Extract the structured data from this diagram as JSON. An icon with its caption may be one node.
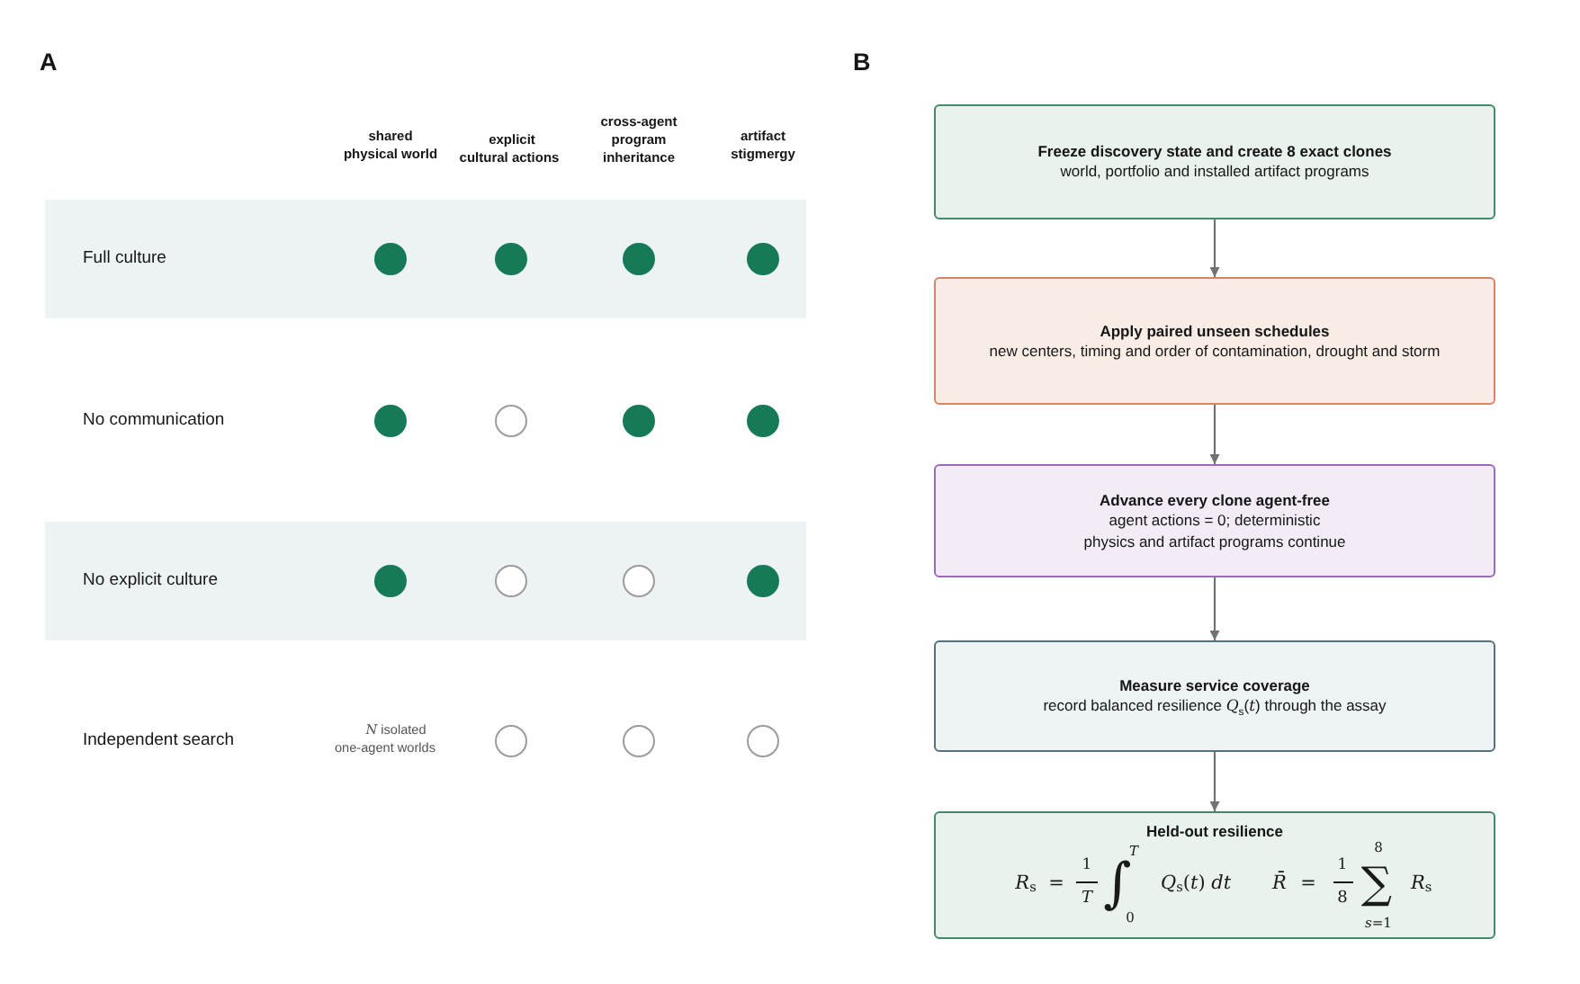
{
  "diagram": {
    "nodes": [
      {
        "text": [
          "Full culture"
        ]
      },
      {
        "text": [],
        "shape": "dot",
        "in": 0
      },
      {
        "text": [],
        "shape": "dot",
        "in": 0
      },
      {
        "text": [],
        "shape": "dot",
        "in": 0
      },
      {
        "text": [],
        "shape": "dot",
        "in": 0
      },
      {
        "text": [],
        "shape": "dot"
      },
      {
        "text": [],
        "shape": "circle"
      },
      {
        "text": [],
        "shape": "dot"
      },
      {
        "text": [],
        "shape": "dot"
      },
      {
        "text": [
          "No explicit culture"
        ]
      },
      {
        "text": [],
        "shape": "dot",
        "in": 9
      },
      {
        "text": [],
        "shape": "circle",
        "in": 9
      },
      {
        "text": [],
        "shape": "circle",
        "in": 9
      },
      {
        "text": [],
        "shape": "dot",
        "in": 9
      },
      {
        "text": [],
        "shape": "circle"
      },
      {
        "text": [],
        "shape": "circle"
      },
      {
        "text": [],
        "shape": "circle"
      },
      {
        "text": [
          "Freeze discovery state and create 8 exact clones",
          "world, portfolio and installed artifact programs"
        ]
      },
      {
        "text": [
          "Apply paired unseen schedules",
          "new centers, timing and order of contamination, drought and storm"
        ]
      },
      {
        "text": [
          "Advance every clone agent-free",
          "agent actions = 0; deterministic physics and artifact programs continue"
        ]
      },
      {
        "text": [
          "Measure service coverage",
          "record balanced resilience *Q*$_{s}$(*t*) through the assay"
        ]
      },
      {
        "text": [
          "Held-out resilience",
          "*R*$_{s}$",
          "=",
          "1",
          "*T*",
          "∫",
          "*T*",
          "0",
          "*Q*$_{s}$(*t*) *dt*",
          "*R̄*",
          "=",
          "1",
          "8",
          "8",
          "∑",
          "*s*=1",
          "*R*$_{s}$"
        ]
      }
    ],
    "edges": [
      {
        "from": 17,
        "to": 18,
        "arrow": "to"
      },
      {
        "from": 18,
        "to": 19,
        "arrow": "to"
      },
      {
        "from": 19,
        "to": 20,
        "arrow": "to"
      },
      {
        "from": 20,
        "to": 21,
        "arrow": "to"
      }
    ],
    "labels": [
      "A",
      "B",
      "shared physical world",
      "explicit cultural actions",
      "cross-agent program inheritance",
      "artifact stigmergy",
      "No communication",
      "Independent search",
      "*N* isolated one-agent worlds"
    ]
  }
}
